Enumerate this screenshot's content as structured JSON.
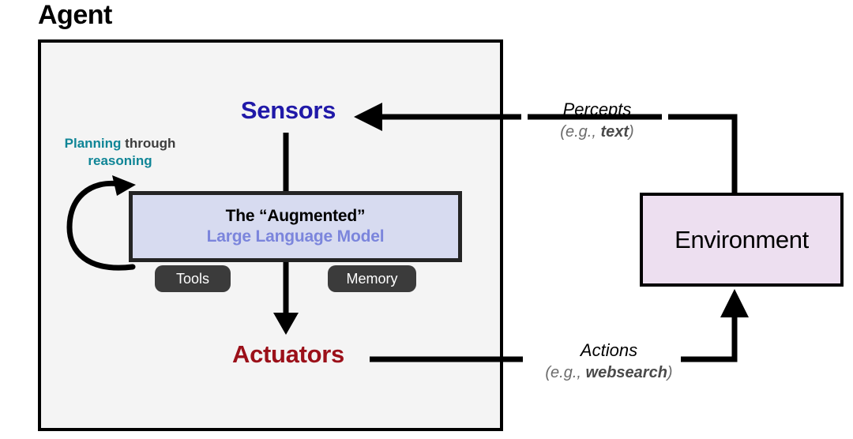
{
  "diagram": {
    "agent": {
      "title": "Agent",
      "box_fill": "#f4f4f4",
      "box_stroke": "#000000"
    },
    "sensors": {
      "label": "Sensors",
      "color": "#2019a8"
    },
    "actuators": {
      "label": "Actuators",
      "color": "#9b1019"
    },
    "planning": {
      "word1": "Planning",
      "word2": "through",
      "word3": "reasoning",
      "accent_color": "#0f8596",
      "neutral_color": "#3d3d3d"
    },
    "llm": {
      "line1": "The “Augmented”",
      "line2": "Large Language Model",
      "fill": "#d7dbf0",
      "stroke": "#242424",
      "line1_color": "#000000",
      "line2_color": "#7b85dc"
    },
    "attachments": [
      {
        "label": "Tools"
      },
      {
        "label": "Memory"
      }
    ],
    "environment": {
      "label": "Environment",
      "fill": "#eddff0",
      "stroke": "#000000"
    },
    "edges": [
      {
        "name": "percepts",
        "label": "Percepts",
        "sublabel_prefix": "(e.g., ",
        "sublabel_term": "text",
        "sublabel_suffix": ")",
        "from": "Environment",
        "to": "Sensors"
      },
      {
        "name": "actions",
        "label": "Actions",
        "sublabel_prefix": "(e.g., ",
        "sublabel_term": "websearch",
        "sublabel_suffix": ")",
        "from": "Actuators",
        "to": "Environment"
      }
    ]
  }
}
